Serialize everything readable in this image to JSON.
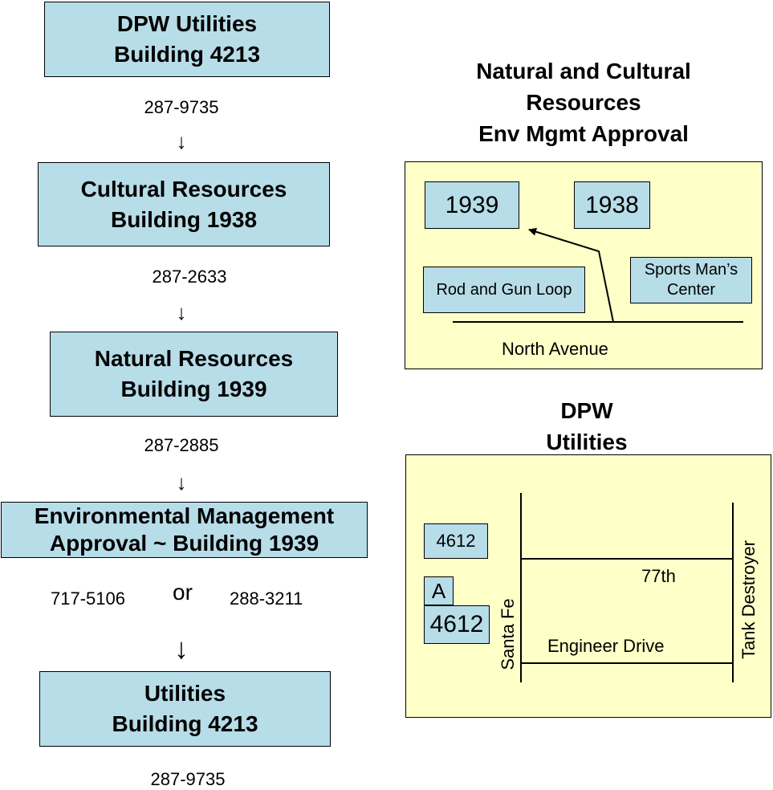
{
  "flow": {
    "step1": {
      "line1": "DPW Utilities",
      "line2": "Building 4213",
      "phone": "287-9735"
    },
    "step2": {
      "line1": "Cultural Resources",
      "line2": "Building 1938",
      "phone": "287-2633"
    },
    "step3": {
      "line1": "Natural Resources",
      "line2": "Building 1939",
      "phone": "287-2885"
    },
    "step4": {
      "line1": "Environmental Management",
      "line2": "Approval  ~ Building 1939",
      "phone_a": "717-5106",
      "or": "or",
      "phone_b": "288-3211"
    },
    "step5": {
      "line1": "Utilities",
      "line2": "Building 4213",
      "phone": "287-9735"
    },
    "arrow_symbol": "↓"
  },
  "map1": {
    "heading": [
      "Natural and Cultural",
      "Resources",
      "Env Mgmt Approval"
    ],
    "buildings": {
      "b1939": "1939",
      "b1938": "1938"
    },
    "rod_gun": "Rod and Gun Loop",
    "sports": [
      "Sports Man’s",
      "Center"
    ],
    "street": "North Avenue"
  },
  "map2": {
    "heading": [
      "DPW",
      "Utilities"
    ],
    "b4612_top": "4612",
    "label_a": "A",
    "b4612_bottom": "4612",
    "santa_fe": "Santa Fe",
    "seventy_seventh": "77th",
    "engineer": "Engineer Drive",
    "tank": "Tank  Destroyer"
  },
  "colors": {
    "box_fill": "#b7dde8",
    "map_fill": "#ffffc8"
  }
}
